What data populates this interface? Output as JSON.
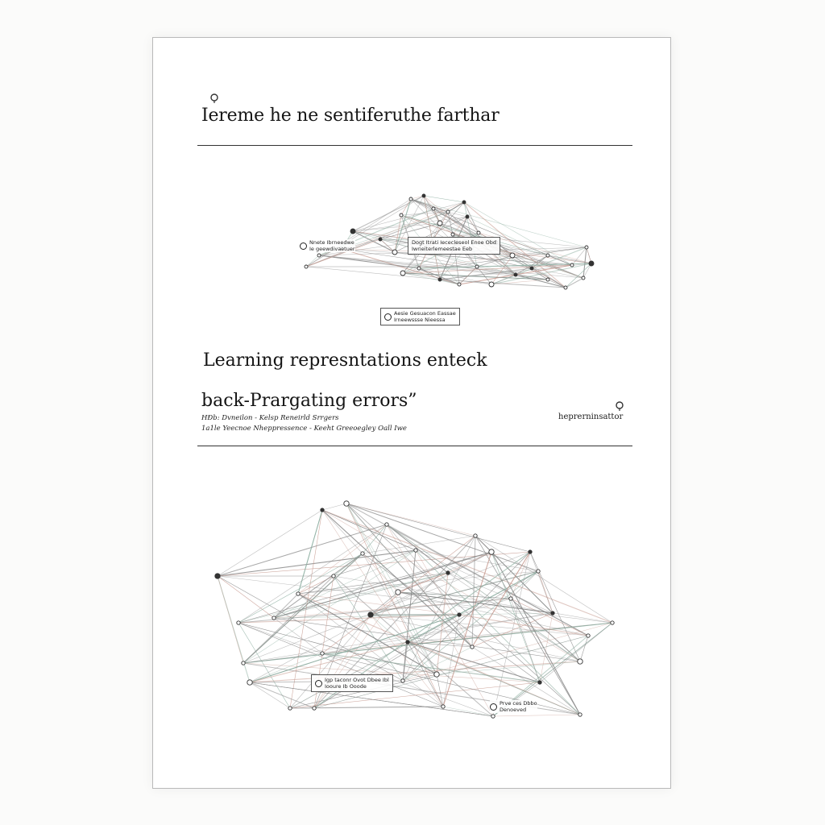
{
  "paper": {
    "title": "Iereme he ne sentiferuthe farthar",
    "heading": "Learning represntations enteck",
    "subheading": "back-Prargating errors”",
    "authors_line1": "HÐb: Dvneilon - Kelsp Reneirld Srrgers",
    "authors_line2": "1a1le  Yeecnoe  Nheppressence  - Keeht Greeoegley  Oall Iwe",
    "affiliation": "heprerninsattor"
  },
  "figure_top": {
    "labels": [
      {
        "line1": "Nnete Ibrneedwe",
        "line2": "Ie geewdivaetuer"
      },
      {
        "line1": "Dogt Itrati Iececleseol Enoe Obd",
        "line2": "Iwrieiterlemeestae Eeb"
      },
      {
        "line1": "Aesie Gesuacon Eassae",
        "line2": "Irneewssse Nieessa"
      }
    ]
  },
  "figure_bottom": {
    "labels": [
      {
        "line1": "Igp taconr Ovot Dbee Ibl",
        "line2": "Iooure Ib Ooode"
      },
      {
        "line1": "Prve ces Dbbo",
        "line2": "Denoeved"
      }
    ]
  },
  "icons": [
    "pin-icon",
    "pin-icon",
    "node-icon"
  ],
  "colors": {
    "ink": "#141414",
    "edge": "#8a8a8a",
    "edge_warm": "#c79a8f",
    "edge_cool": "#8fb0a3",
    "page": "#ffffff",
    "background": "#fbfbfa"
  }
}
